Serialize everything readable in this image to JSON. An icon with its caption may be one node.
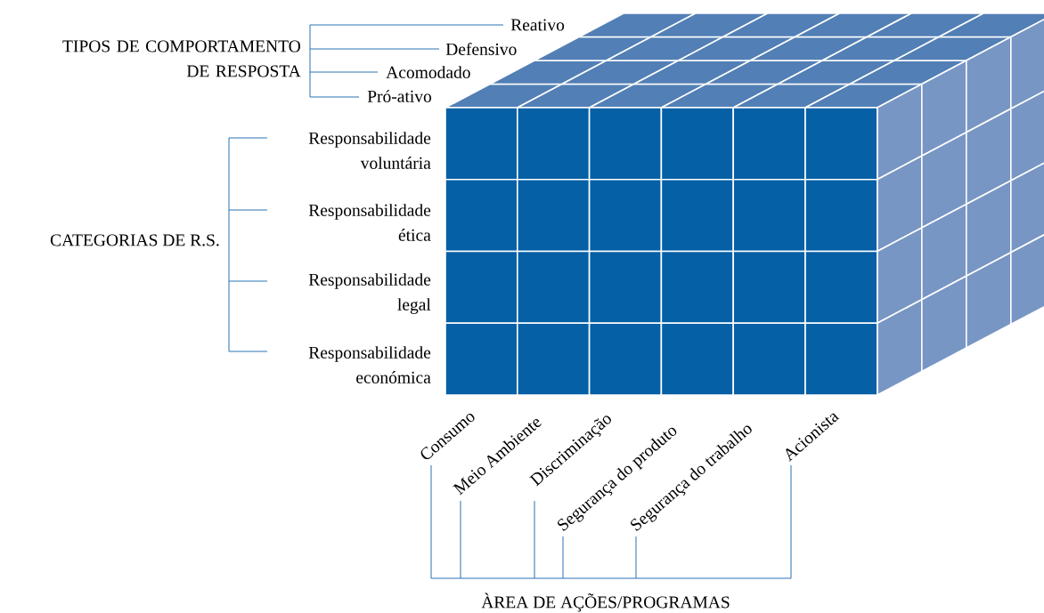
{
  "diagram": {
    "labels": [
      "TIPOS DE COMPORTAMENTO DE RESPOSTA",
      "Reativo",
      "Defensivo",
      "Acomodado",
      "Pró-ativo",
      "CATEGORIAS DE R.S.",
      "Responsabilidade voluntária",
      "Responsabilidade ética",
      "Responsabilidade legal",
      "Responsabilidade económica",
      "Consumo",
      "Meio Ambiente",
      "Discriminação",
      "Segurança do produto",
      "Segurança do trabalho",
      "Acionista",
      "ÀREA DE AÇÕES/PROGRAMAS"
    ]
  }
}
